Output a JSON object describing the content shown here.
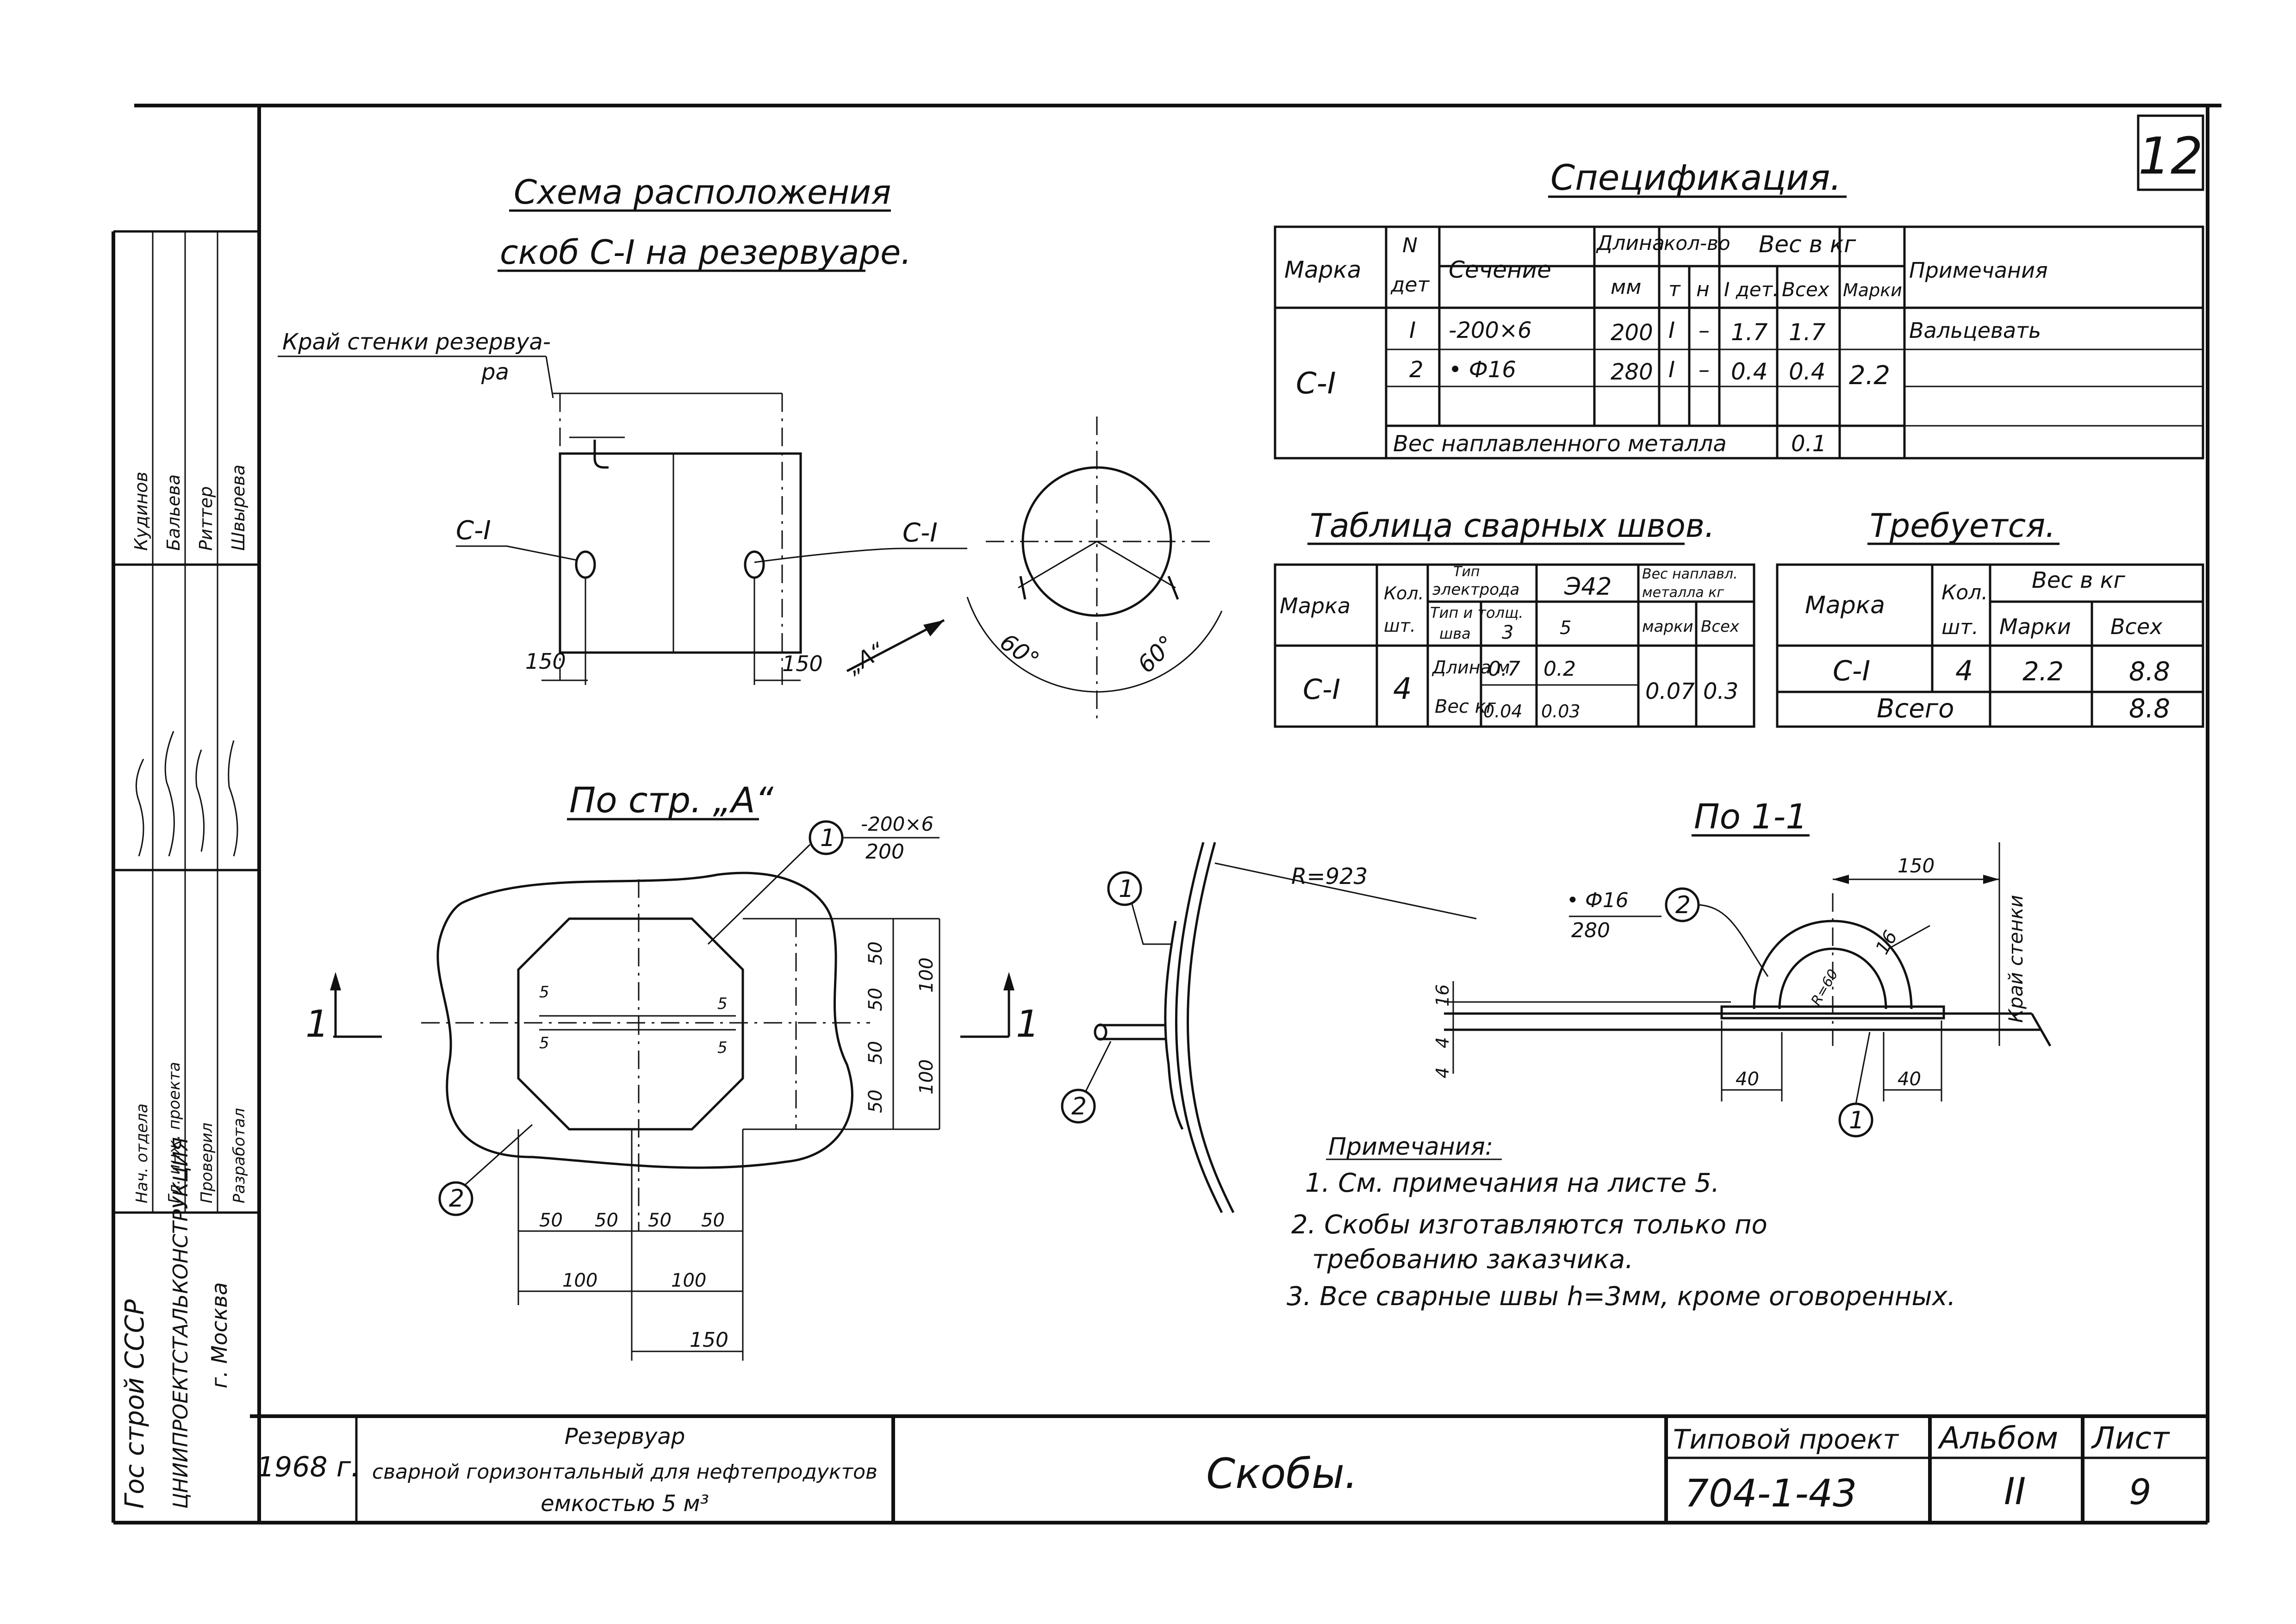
{
  "sheet_no_corner": "12",
  "layout_scheme": {
    "title_line1": "Схема расположения",
    "title_line2": "скоб С-I на резервуаре.",
    "edge_label_1": "Край стенки резервуа-",
    "edge_label_2": "ра",
    "mark_left": "С-I",
    "mark_right": "С-I",
    "dim_left": "150",
    "dim_right": "150",
    "view_arrow": "„А“",
    "angle_1": "60°",
    "angle_2": "60°"
  },
  "specification": {
    "title": "Спецификация.",
    "headers": {
      "mark": "Марка",
      "det_no_1": "N",
      "det_no_2": "дет",
      "section": "Сечение",
      "length_1": "Длина",
      "length_2": "мм",
      "qty": "кол-во",
      "qty_t": "т",
      "qty_n": "н",
      "weight": "Вес в кг",
      "w_1det": "I дет.",
      "w_all": "Всех",
      "w_mark": "Марки",
      "notes": "Примечания"
    },
    "mark": "С-I",
    "rows": [
      {
        "det": "I",
        "section": "-200×6",
        "length": "200",
        "t": "I",
        "n": "–",
        "w1": "1.7",
        "wall": "1.7",
        "note": "Вальцевать"
      },
      {
        "det": "2",
        "section": "• Ф16",
        "length": "280",
        "t": "I",
        "n": "–",
        "w1": "0.4",
        "wall": "0.4",
        "note": ""
      }
    ],
    "mark_weight": "2.2",
    "weld_metal_label": "Вес наплавленного металла",
    "weld_metal_value": "0.1"
  },
  "weld_table": {
    "title": "Таблица сварных швов.",
    "headers": {
      "mark": "Марка",
      "qty_1": "Кол.",
      "qty_2": "шт.",
      "electrode_type_1": "Тип",
      "electrode_type_2": "электрода",
      "electrode": "Э42",
      "weld_type_1": "Тип и толщ.",
      "weld_type_2": "шва",
      "h3": "3",
      "h5": "5",
      "deposited_1": "Вес наплавл.",
      "deposited_2": "металла кг",
      "per_mark": "марки",
      "total": "Всех"
    },
    "mark": "С-I",
    "qty": "4",
    "length_label": "Длина м",
    "length_3": "0.7",
    "length_5": "0.2",
    "weight_label": "Вес кг",
    "weight_3": "0.04",
    "weight_5": "0.03",
    "per_mark": "0.07",
    "total": "0.3"
  },
  "required": {
    "title": "Требуется.",
    "headers": {
      "mark": "Марка",
      "qty_1": "Кол.",
      "qty_2": "шт.",
      "weight": "Вес в кг",
      "per_mark": "Марки",
      "total": "Всех"
    },
    "mark": "С-I",
    "qty": "4",
    "per_mark": "2.2",
    "total": "8.8",
    "sum_label": "Всего",
    "sum_value": "8.8"
  },
  "view_a": {
    "title": "По стр. „А“",
    "callout_1": "1",
    "callout_1_text_top": "-200×6",
    "callout_1_text_bottom": "200",
    "callout_2": "2",
    "section_mark": "1",
    "weld_5": "5",
    "dims_right": [
      "50",
      "50",
      "50",
      "50"
    ],
    "dims_right_total": [
      "100",
      "100"
    ],
    "dims_bottom": [
      "50",
      "50",
      "50",
      "50"
    ],
    "dims_bottom_total": [
      "100",
      "100"
    ],
    "dim_150": "150"
  },
  "side_view": {
    "callout_1": "1",
    "callout_2": "2",
    "radius": "R=923"
  },
  "section_11": {
    "title": "По 1-1",
    "rod_top": "• Ф16",
    "rod_bottom": "280",
    "callout_1": "1",
    "callout_2": "2",
    "dim_150": "150",
    "dim_40_left": "40",
    "dim_40_right": "40",
    "dim_16": "16",
    "dim_4a": "4",
    "dim_4b": "4",
    "dim_16b": "16",
    "radius": "R=60",
    "wall_edge": "Край стенки"
  },
  "notes": {
    "title": "Примечания:",
    "items": [
      "1. См. примечания на листе 5.",
      "2. Скобы изготавляются только по",
      "требованию заказчика.",
      "3. Все сварные швы h=3мм, кроме оговоренных."
    ]
  },
  "title_block": {
    "year": "1968 г.",
    "desc_1": "Резервуар",
    "desc_2": "сварной горизонтальный для нефтепродуктов",
    "desc_3": "емкостью 5 м³",
    "drawing_title": "Скобы.",
    "project_label": "Типовой проект",
    "project_no": "704-1-43",
    "album_label": "Альбом",
    "album_no": "II",
    "sheet_label": "Лист",
    "sheet_no": "9"
  },
  "left_strip": {
    "org_1": "Гос строй СССР",
    "org_2": "ЦНИИПРОЕКТСТАЛЬКОНСТРУКЦИЯ",
    "org_3": "г. Москва",
    "roles": [
      "Нач. отдела",
      "Гл. инж. проекта",
      "Проверил",
      "Разработал"
    ],
    "names": [
      "Кудинов",
      "Бальева",
      "Риттер",
      "Швырева"
    ]
  }
}
